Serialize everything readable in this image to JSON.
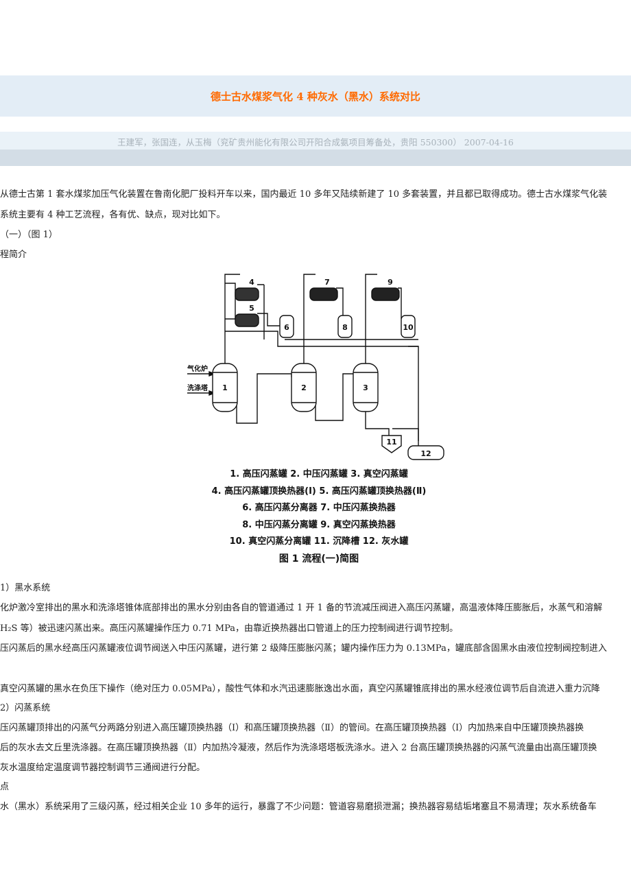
{
  "header": {
    "title": "德士古水煤浆气化 4 种灰水（黑水）系统对比",
    "byline": "王建军，张国连，从玉梅（兖矿贵州能化有限公司开阳合成氨项目筹备处，贵阳 550300） 2007-04-16"
  },
  "intro": [
    "从德士古第 1 套水煤浆加压气化装置在鲁南化肥厂投料开车以来，国内最近 10 多年又陆续新建了 10 多套装置，并且都已取得成功。德士古水煤浆气化装",
    "系统主要有 4 种工艺流程，各有优、缺点，现对比如下。",
    "（一）（图 1）",
    "程简介"
  ],
  "figure": {
    "inputs": [
      "气化炉",
      "洗涤塔"
    ],
    "unit_numbers": [
      "1",
      "2",
      "3",
      "4",
      "5",
      "6",
      "7",
      "8",
      "9",
      "10",
      "11",
      "12"
    ],
    "legend": [
      "1. 高压闪蒸罐   2. 中压闪蒸罐   3. 真空闪蒸罐",
      "4. 高压闪蒸罐顶换热器(Ⅰ)  5. 高压闪蒸罐顶换热器(Ⅱ)",
      "6. 高压闪蒸分离器   7. 中压闪蒸换热器",
      "8. 中压闪蒸分离罐   9. 真空闪蒸换热器",
      "10. 真空闪蒸分离罐   11. 沉降槽   12. 灰水罐"
    ],
    "caption": "图 1   流程(一)简图"
  },
  "body": [
    "1）黑水系统",
    "化炉激冷室排出的黑水和洗涤塔锥体底部排出的黑水分别由各自的管道通过 1 开 1 备的节流减压阀进入高压闪蒸罐，高温液体降压膨胀后，水蒸气和溶解",
    "H₂S 等）被迅速闪蒸出来。高压闪蒸罐操作压力 0.71 MPa，由靠近换热器出口管道上的压力控制阀进行调节控制。",
    "压闪蒸后的黑水经高压闪蒸罐液位调节阀送入中压闪蒸罐，进行第 2 级降压膨胀闪蒸；罐内操作压力为 0.13MPa，罐底部含固黑水由液位控制阀控制进入",
    "真空闪蒸罐的黑水在负压下操作（绝对压力 0.05MPa），酸性气体和水汽迅速膨胀逸出水面，真空闪蒸罐锥底排出的黑水经液位调节后自流进入重力沉降",
    "2）闪蒸系统",
    "压闪蒸罐顶排出的闪蒸气分两路分别进入高压罐顶换热器（Ⅰ）和高压罐顶换热器（Ⅱ）的管间。在高压罐顶换热器（Ⅰ）内加热来自中压罐顶换热器换",
    "后的灰水去文丘里洗涤器。在高压罐顶换热器（Ⅱ）内加热冷凝液，然后作为洗涤塔塔板洗涤水。进入 2 台高压罐顶换热器的闪蒸气流量由出高压罐顶换",
    "灰水温度给定温度调节器控制调节三通阀进行分配。",
    "点",
    "水（黑水）系统采用了三级闪蒸，经过相关企业 10 多年的运行，暴露了不少问题：管道容易磨损泄漏；换热器容易结垢堵塞且不易清理；灰水系统备车"
  ]
}
